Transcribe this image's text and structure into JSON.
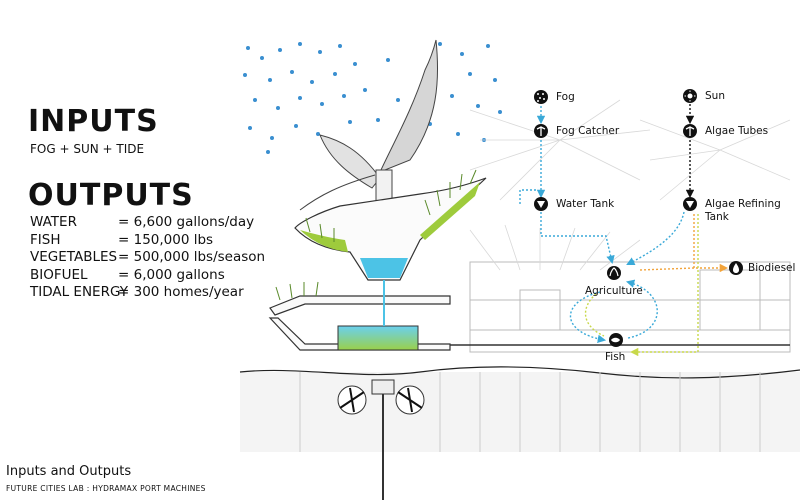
{
  "inputs": {
    "heading": "INPUTS",
    "summary": "FOG + SUN + TIDE"
  },
  "outputs": {
    "heading": "OUTPUTS",
    "rows": [
      {
        "label": "WATER",
        "value": "= 6,600 gallons/day"
      },
      {
        "label": "FISH",
        "value": "= 150,000 lbs"
      },
      {
        "label": "VEGETABLES",
        "value": "= 500,000 lbs/season"
      },
      {
        "label": "BIOFUEL",
        "value": "= 6,000 gallons"
      },
      {
        "label": "TIDAL ENERGY",
        "value": "= 300 homes/year"
      }
    ]
  },
  "flow": {
    "fog": "Fog",
    "fog_catcher": "Fog Catcher",
    "water_tank": "Water Tank",
    "sun": "Sun",
    "algae_tubes": "Algae Tubes",
    "algae_refining_line1": "Algae Refining",
    "algae_refining_line2": "Tank",
    "agriculture": "Agriculture",
    "fish": "Fish",
    "biodiesel": "Biodiesel"
  },
  "colors": {
    "water_flow": "#3aa9d8",
    "fish_flow": "#c8d84a",
    "biofuel_flow": "#f2a33a",
    "algae_flow": "#111111",
    "algae_green": "#9ecb3c",
    "water_fill": "#4cc3e6"
  },
  "caption": {
    "title": "Inputs and Outputs",
    "credit": "FUTURE CITIES LAB : HYDRAMAX PORT MACHINES"
  }
}
